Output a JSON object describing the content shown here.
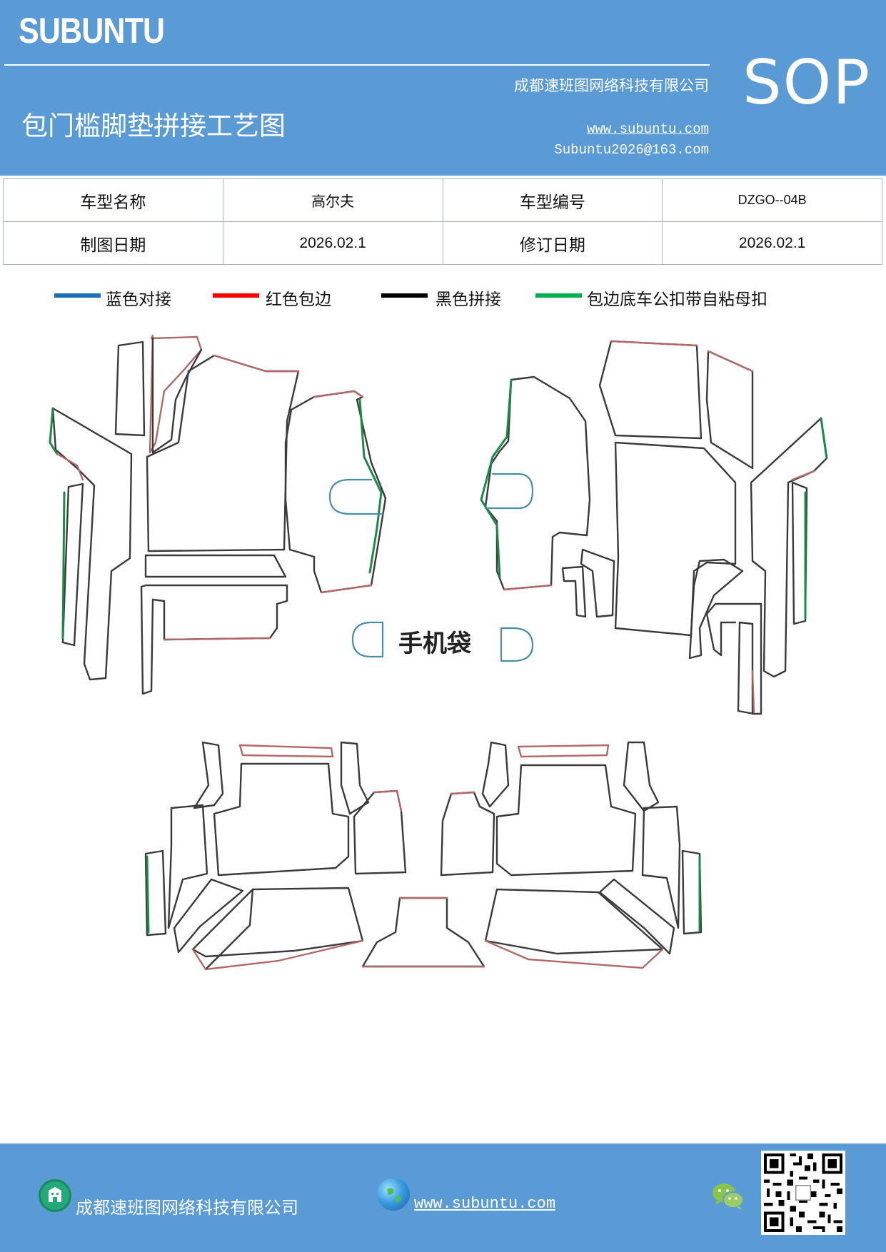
{
  "header": {
    "logo": "SUBUNTU",
    "company": "成都速班图网络科技有限公司",
    "title": "包门槛脚垫拼接工艺图",
    "website": "www.subuntu.com",
    "email": "Subuntu2026@163.com",
    "badge": "SOP"
  },
  "info_table": {
    "model_name_label": "车型名称",
    "model_name_value": "高尔夫",
    "model_code_label": "车型编号",
    "model_code_value": "DZGO--04B",
    "draw_date_label": "制图日期",
    "draw_date_value": "2026.02.1",
    "revise_date_label": "修订日期",
    "revise_date_value": "2026.02.1"
  },
  "legend": [
    {
      "label": "蓝色对接",
      "color": "#1f6fb8"
    },
    {
      "label": "红色包边",
      "color": "#ff0000"
    },
    {
      "label": "黑色拼接",
      "color": "#000000"
    },
    {
      "label": "包边底车公扣带自粘母扣",
      "color": "#00b050"
    }
  ],
  "drawing": {
    "pocket_label": "手机袋",
    "colors": {
      "outline": "#3a3a3a",
      "edge": "#b06a6a",
      "joint": "#4a8fa0",
      "velcro": "#1a8a48"
    }
  },
  "footer": {
    "company": "成都速班图网络科技有限公司",
    "website": "www.subuntu.com"
  }
}
